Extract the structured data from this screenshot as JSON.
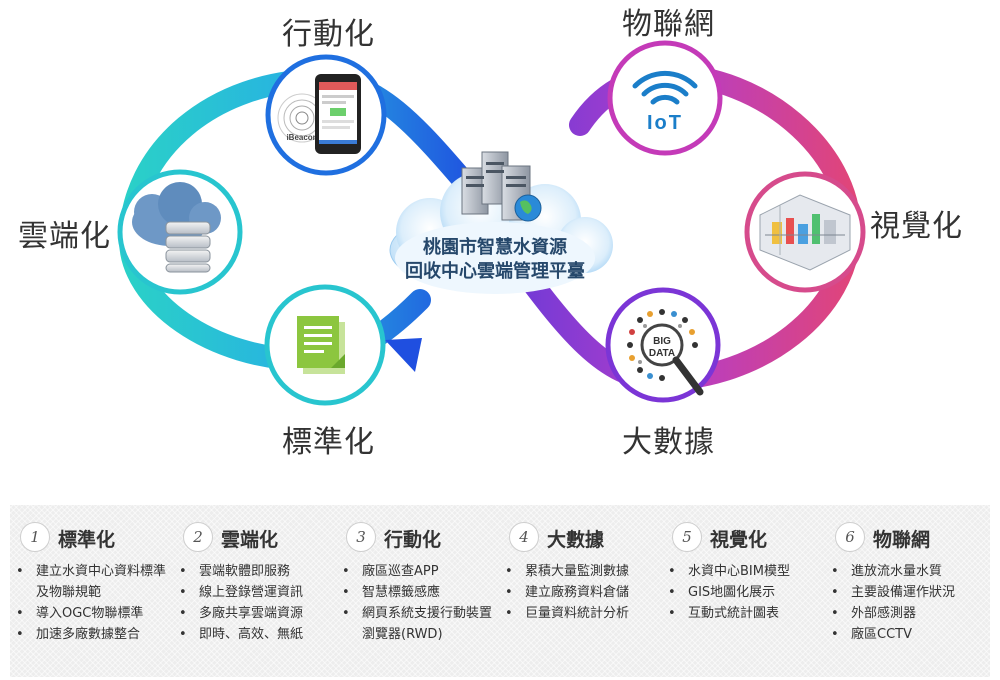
{
  "center": {
    "line1": "桃園市智慧水資源",
    "line2": "回收中心雲端管理平臺"
  },
  "nodes": {
    "cloud": "雲端化",
    "mobile": "行動化",
    "standard": "標準化",
    "iot": "物聯網",
    "visual": "視覺化",
    "bigdata": "大數據"
  },
  "icon_text": {
    "ibeacon": "iBeacon",
    "big": "BIG",
    "data": "DATA",
    "iot": "IoT"
  },
  "columns": [
    {
      "number": "1",
      "title": "標準化",
      "items": [
        "建立水資中心資料標準及物聯規範",
        "導入OGC物聯標準",
        "加速多廠數據整合"
      ]
    },
    {
      "number": "2",
      "title": "雲端化",
      "items": [
        "雲端軟體即服務",
        "線上登錄營運資訊",
        "多廠共享雲端資源",
        "即時、高效、無紙"
      ]
    },
    {
      "number": "3",
      "title": "行動化",
      "items": [
        "廠區巡查APP",
        "智慧標籤感應",
        "網頁系統支援行動裝置瀏覽器(RWD)"
      ]
    },
    {
      "number": "4",
      "title": "大數據",
      "items": [
        "累積大量監測數據",
        "建立廠務資料倉儲",
        "巨量資料統計分析"
      ]
    },
    {
      "number": "5",
      "title": "視覺化",
      "items": [
        "水資中心BIM模型",
        "GIS地圖化展示",
        "互動式統計圖表"
      ]
    },
    {
      "number": "6",
      "title": "物聯網",
      "items": [
        "進放流水量水質",
        "主要設備運作狀況",
        "外部感測器",
        "廠區CCTV"
      ]
    }
  ],
  "colors": {
    "left_loop_cyan": "#29c3d3",
    "left_loop_blue": "#1f55e0",
    "right_loop_purple": "#7b35d6",
    "right_loop_magenta": "#d0398c",
    "iot_accent": "#1b7ec9",
    "document_green": "#8cc63f",
    "center_text": "#26486b"
  }
}
